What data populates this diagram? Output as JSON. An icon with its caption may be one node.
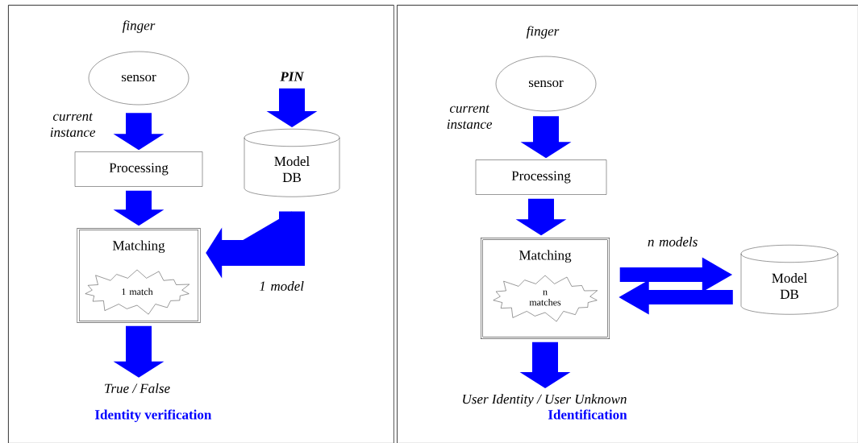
{
  "diagram": {
    "nodes": [
      {
        "text": [
          "Identity verification"
        ]
      },
      {
        "text": [
          "sensor"
        ],
        "beside": [
          "finger"
        ],
        "in": 0
      },
      {
        "text": [
          "Processing"
        ],
        "in": 0
      },
      {
        "text": [
          "Matching"
        ],
        "in": 0
      },
      {
        "text": [
          "1 match"
        ],
        "in": 3
      },
      {
        "text": [
          "PIN"
        ],
        "in": 0
      },
      {
        "text": [
          "Model DB"
        ],
        "in": 0
      },
      {
        "text": [
          "True / False"
        ],
        "in": 0
      },
      {
        "text": [
          "Identification"
        ]
      },
      {
        "text": [
          "sensor"
        ],
        "beside": [
          "finger"
        ],
        "in": 8
      },
      {
        "text": [
          "Processing"
        ],
        "in": 8
      },
      {
        "text": [
          "Matching"
        ],
        "in": 8
      },
      {
        "text": [
          "n matches"
        ],
        "in": 11
      },
      {
        "text": [
          "Model DB"
        ],
        "in": 8
      },
      {
        "text": [
          "User Identity / User Unknown"
        ],
        "in": 8
      }
    ],
    "edges": [
      {
        "from": 1,
        "to": 2,
        "arrow": "to",
        "label": "current instance"
      },
      {
        "from": 2,
        "to": 3,
        "arrow": "to"
      },
      {
        "from": 5,
        "to": 6,
        "arrow": "to"
      },
      {
        "from": 6,
        "to": 3,
        "arrow": "to",
        "label": "1 model"
      },
      {
        "from": 3,
        "to": 7,
        "arrow": "to"
      },
      {
        "from": 9,
        "to": 10,
        "arrow": "to",
        "label": "current instance"
      },
      {
        "from": 10,
        "to": 11,
        "arrow": "to"
      },
      {
        "from": 11,
        "to": 13,
        "arrow": "to",
        "label": "n models"
      },
      {
        "from": 13,
        "to": 11,
        "arrow": "to"
      },
      {
        "from": 11,
        "to": 14,
        "arrow": "to"
      }
    ]
  }
}
